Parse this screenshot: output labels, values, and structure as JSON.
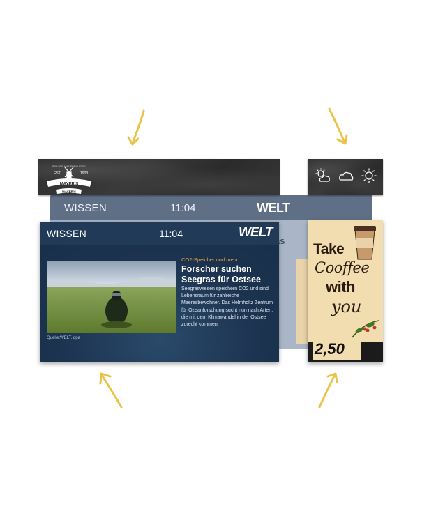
{
  "background_display": {
    "section": "WISSEN",
    "time": "11:04",
    "brand": "WELT",
    "fragment": "as"
  },
  "branding": {
    "est": "EST",
    "year": "1903",
    "name": "MAYER'S",
    "name2": "MAYER'S"
  },
  "weather": {
    "icons": [
      "sun-cloud-icon",
      "cloud-icon",
      "sun-icon"
    ]
  },
  "news": {
    "section": "WISSEN",
    "time": "11:04",
    "brand": "WELT",
    "kicker": "CO2-Speicher und mehr",
    "headline": "Forscher suchen Seegras für Ostsee",
    "body": "Seegraswiesen speichern CO2 und sind Lebensraum für zahlreiche Meeresbewohner. Das Helmholtz Zentrum für Ozeanforschung sucht nun nach Arten, die mit dem Klimawandel in der Ostsee zurecht kommen.",
    "source": "Quelle:WELT, dpa"
  },
  "coffee": {
    "line1": "Take",
    "line2": "Cooffee",
    "line3": "with",
    "line4": "you",
    "price": "2,50"
  },
  "colors": {
    "accent_arrow": "#e9c34a",
    "welt_bg": "#1d3550",
    "kicker": "#e2a23c"
  }
}
